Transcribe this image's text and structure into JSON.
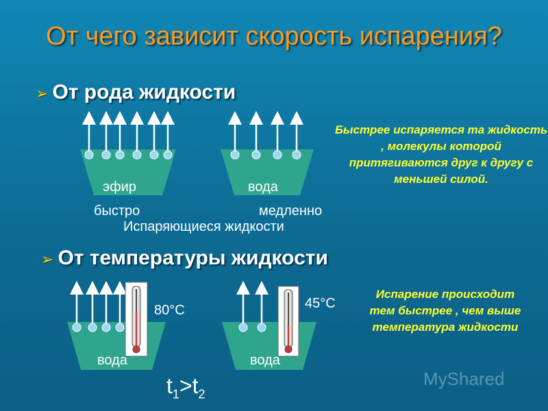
{
  "title": "От чего зависит скорость испарения?",
  "section1": {
    "heading": "От рода жидкости",
    "left_liquid": "эфир",
    "right_liquid": "вода",
    "left_speed": "быстро",
    "right_speed": "медленно",
    "caption": "Испаряющиеся жидкости",
    "note": "Быстрее испаряется та жидкость , молекулы которой притягиваются друг к другу с меньшей силой."
  },
  "section2": {
    "heading": "От температуры жидкости",
    "left_liquid": "вода",
    "right_liquid": "вода",
    "left_temp": "80°C",
    "right_temp": "45°C",
    "formula": {
      "base": "t",
      "left_sub": "1",
      "op": ">",
      "right_sub": "2"
    },
    "note": "Испарение происходит тем быстрее , чем выше температура жидкости"
  },
  "watermark": "MyShared",
  "colors": {
    "background": "#0e6f96",
    "title": "#ff9a1f",
    "vessel": "#2fa58e",
    "note": "#ffff2e",
    "bullet_marker": "#ffcc00"
  },
  "icons": [
    "arrow-up-icon",
    "molecule-icon",
    "thermometer-icon",
    "bullet-arrow-icon"
  ]
}
